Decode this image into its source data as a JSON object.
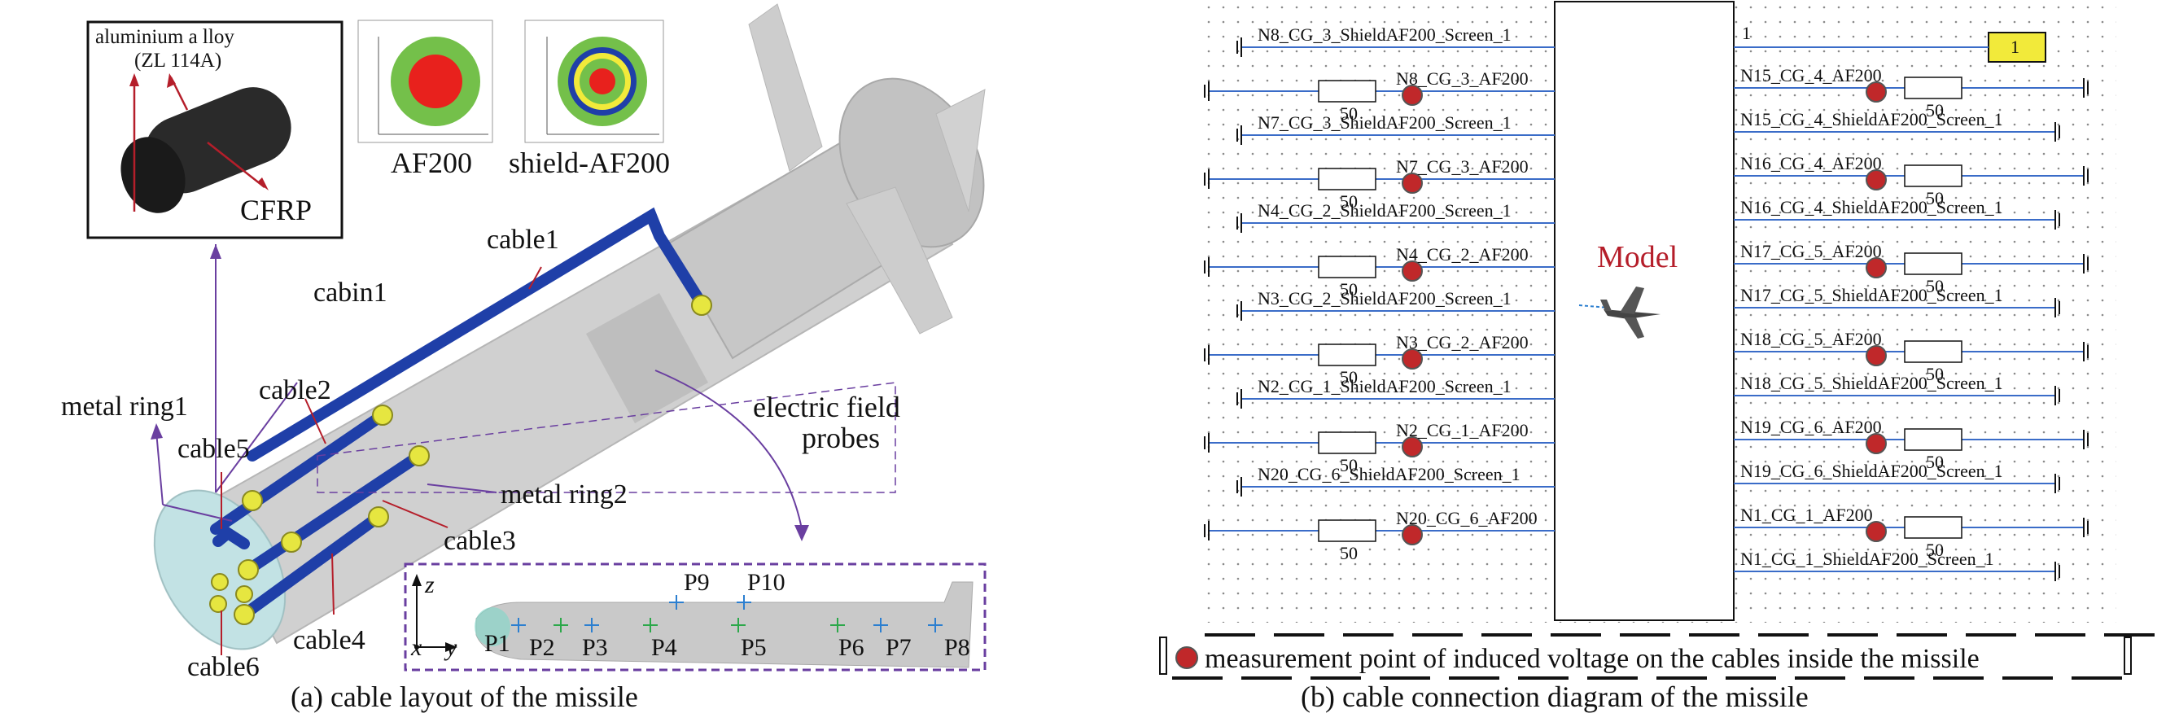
{
  "panel_a": {
    "caption": "(a) cable layout of the missile",
    "inset_material": {
      "line1": "aluminium a lloy",
      "line2": "(ZL 114A)",
      "cfrp": "CFRP"
    },
    "cross_sections": {
      "af200_label": "AF200",
      "shield_label": "shield-AF200"
    },
    "labels": {
      "cabin1": "cabin1",
      "cable1": "cable1",
      "cable2": "cable2",
      "cable3": "cable3",
      "cable4": "cable4",
      "cable5": "cable5",
      "cable6": "cable6",
      "metal_ring1": "metal ring1",
      "metal_ring2": "metal ring2",
      "probes_line1": "electric field",
      "probes_line2": "probes"
    },
    "probe_inset": {
      "axis_z": "z",
      "axis_x": "x",
      "axis_y": "y",
      "probes": [
        "P1",
        "P2",
        "P3",
        "P4",
        "P5",
        "P6",
        "P7",
        "P8",
        "P9",
        "P10"
      ]
    }
  },
  "panel_b": {
    "caption": "(b) cable connection diagram of the missile",
    "model_label": "Model",
    "legend_text": "measurement point of induced voltage on the cables inside the missile",
    "resistor_value": "50",
    "indicator_value": "1",
    "pin_label": "1",
    "left_nets": [
      "N8_CG_3_ShieldAF200_Screen_1",
      "N8_CG_3_AF200",
      "N7_CG_3_ShieldAF200_Screen_1",
      "N7_CG_3_AF200",
      "N4_CG_2_ShieldAF200_Screen_1",
      "N4_CG_2_AF200",
      "N3_CG_2_ShieldAF200_Screen_1",
      "N3_CG_2_AF200",
      "N2_CG_1_ShieldAF200_Screen_1",
      "N2_CG_1_AF200",
      "N20_CG_6_ShieldAF200_Screen_1",
      "N20_CG_6_AF200"
    ],
    "right_nets": [
      "N15_CG_4_AF200",
      "N15_CG_4_ShieldAF200_Screen_1",
      "N16_CG_4_AF200",
      "N16_CG_4_ShieldAF200_Screen_1",
      "N17_CG_5_AF200",
      "N17_CG_5_ShieldAF200_Screen_1",
      "N18_CG_5_AF200",
      "N18_CG_5_ShieldAF200_Screen_1",
      "N19_CG_6_AF200",
      "N19_CG_6_ShieldAF200_Screen_1",
      "N1_CG_1_AF200",
      "N1_CG_1_ShieldAF200_Screen_1"
    ]
  },
  "colors": {
    "cable": "#1f3fa8",
    "probe_ball": "#e6e640",
    "measure_dot": "#c0282a",
    "wire": "#3a6cc8",
    "inset_border": "#6a3fa0",
    "indicator": "#f2ea3a"
  }
}
